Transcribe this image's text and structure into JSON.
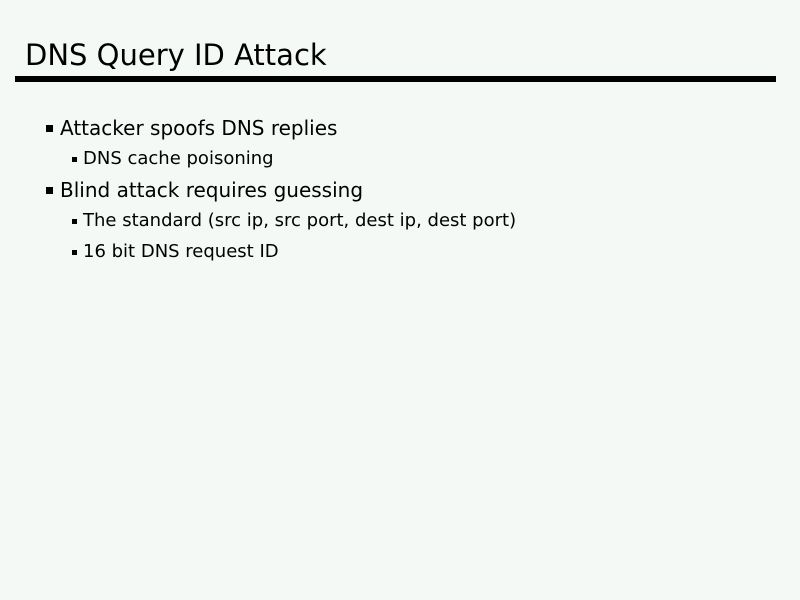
{
  "slide": {
    "title": "DNS Query ID Attack",
    "bullets": [
      {
        "level": 1,
        "text": "Attacker spoofs DNS replies"
      },
      {
        "level": 2,
        "text": "DNS cache poisoning"
      },
      {
        "level": 1,
        "text": "Blind attack requires guessing"
      },
      {
        "level": 2,
        "text": "The standard (src ip, src port, dest ip, dest port)"
      },
      {
        "level": 2,
        "text": "16 bit DNS request ID"
      }
    ],
    "colors": {
      "background": "#f4f9f5",
      "text": "#000000",
      "title_rule": "#000000"
    }
  }
}
